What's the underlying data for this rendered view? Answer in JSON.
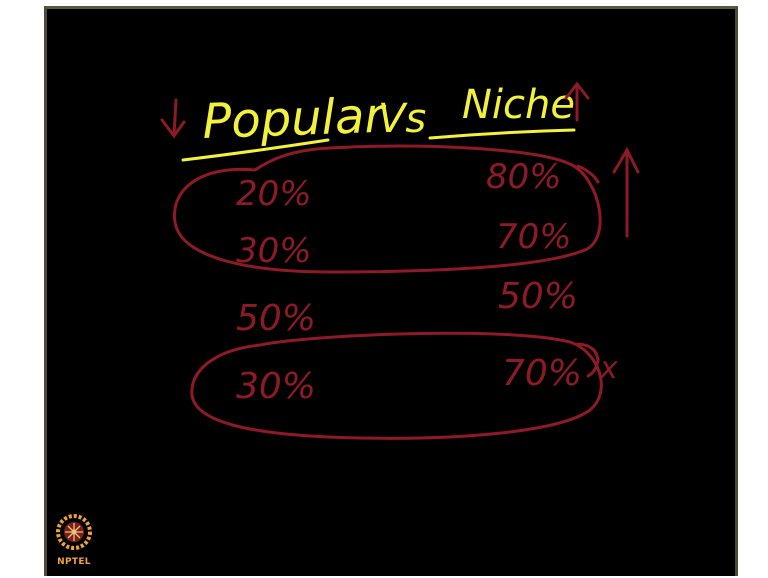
{
  "heading": {
    "left": "Popular",
    "middle": "Vs",
    "right": "Niche"
  },
  "rows": [
    {
      "popular": "20%",
      "niche": "80%"
    },
    {
      "popular": "30%",
      "niche": "70%"
    },
    {
      "popular": "50%",
      "niche": "50%"
    },
    {
      "popular": "30%",
      "niche": "70%"
    }
  ],
  "annotations": {
    "cross_mark": "x"
  },
  "logo": {
    "label": "NPTEL"
  },
  "colors": {
    "yellow_ink": "#f2f23a",
    "red_ink": "#8e1a25",
    "board": "#000000",
    "logo_orange": "#f0a23c"
  }
}
